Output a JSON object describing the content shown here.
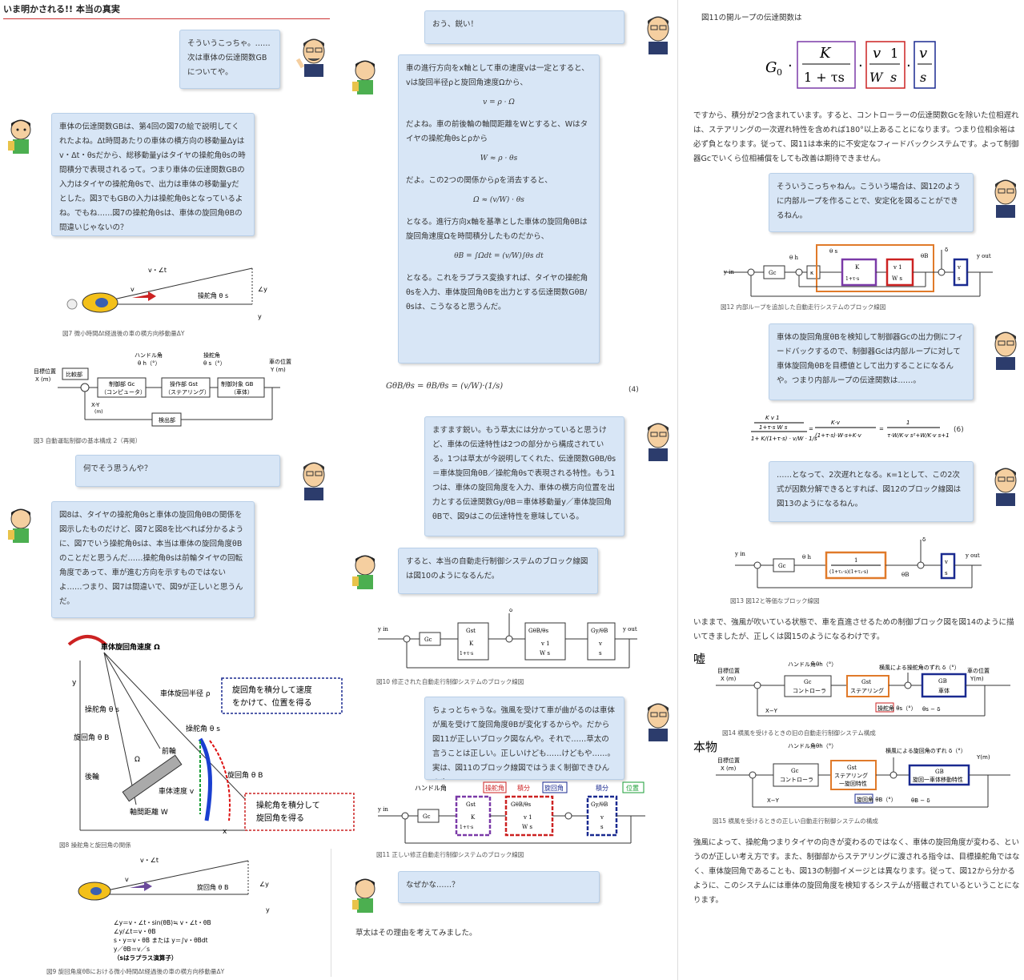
{
  "header": {
    "title": "いま明かされる!! 本当の真実"
  },
  "left": {
    "bubble1": "そういうこっちゃ。……次は車体の伝達関数GBについてや。",
    "bubble2": "車体の伝達関数GBは、第4回の図7の絵で説明してくれたよね。Δt時間あたりの車体の横方向の移動量Δyはv・Δt・θsだから、総移動量yはタイヤの操舵角θsの時間積分で表現されるって。つまり車体の伝達関数GBの入力はタイヤの操舵角θsで、出力は車体の移動量yだとした。図3でもGBの入力は操舵角θsとなっているよね。でもね……図7の操舵角θsは、車体の旋回角θBの間違いじゃないの？",
    "fig7_caption": "図7 微小時間Δt経過後の車の横方向移動量ΔY",
    "fig7_labels": {
      "top": "v・∠t",
      "v": "v",
      "angle": "操舵角 θ s",
      "dy": "∠y",
      "y": "y"
    },
    "fig3_caption": "図3 自動運転制御の基本構成 2（再掲）",
    "fig3": {
      "handle": "ハンドル角",
      "theta_h": "θ h（°）",
      "steer": "操舵角",
      "theta_s": "θ s（°）",
      "pos": "車の位置",
      "Ym": "Y (m)",
      "target": "目標位置",
      "Xm": "X (m)",
      "cmp": "比較部",
      "ctrl": "制御部 Gc",
      "ctrl2": "（コンピュータ）",
      "act": "操作部 Gst",
      "act2": "（ステアリング）",
      "obj": "制御対象 GB",
      "obj2": "（車体）",
      "det": "検出部",
      "xy": "X-Y",
      "m": "(m)"
    },
    "bubble3": "何でそう思うんや？",
    "bubble4": "図8は、タイヤの操舵角θsと車体の旋回角θBの関係を図示したものだけど、図7と図8を比べれば分かるように、図7でいう操舵角θsは、本当は車体の旋回角度θBのことだと思うんだ……操舵角θsは前輪タイヤの回転角度であって、車が進む方向を示すものではないよ……つまり、図7は間違いで、図9が正しいと思うんだ。",
    "fig8": {
      "omega": "車体旋回角速度 Ω",
      "y": "y",
      "steerA": "操舵角 θ s",
      "radius": "車体旋回半径 ρ",
      "turnA": "旋回角 θ B",
      "front": "前輪",
      "rear": "後輪",
      "Omega": "Ω",
      "speed": "車体速度 v",
      "wheelbase": "軸間距離 W",
      "x": "x",
      "steerA2": "操舵角 θ s",
      "turnA2": "旋回角 θ B",
      "note1a": "旋回角を積分して速度",
      "note1b": "をかけて、位置を得る",
      "note2a": "操舵角を積分して",
      "note2b": "旋回角を得る",
      "caption": "図8 操舵角と旋回角の関係"
    },
    "fig9": {
      "top": "v・∠t",
      "v": "v",
      "angle": "旋回角 θ B",
      "dy": "∠y",
      "y": "y",
      "eq1": "∠y＝v・∠t・sin(θB)≒ v・∠t・θB",
      "eq2": "∠y/∠t＝v・θB",
      "eq3": "s・y＝v・θB または y＝∫v・θBdt",
      "eq4": "y／θB＝v／s",
      "eq5": "（sはラプラス演算子）",
      "caption": "図9 旋回角度θBにおける微小時間Δt経過後の車の横方向移動量ΔY"
    }
  },
  "middle": {
    "bubble1": "おう、鋭い！",
    "bubble2_p1": "車の進行方向をx軸として車の速度vは一定とすると、vは旋回半径ρと旋回角速度Ωから、",
    "bubble2_eq1": "v = ρ · Ω",
    "bubble2_p2": "だよね。車の前後輪の軸間距離をWとすると、Wはタイヤの操舵角θsとρから",
    "bubble2_eq2": "W ≈ ρ · θs",
    "bubble2_p3": "だよ。この2つの関係からρを消去すると、",
    "bubble2_eq3": "Ω ≈ (v/W) · θs",
    "bubble2_p4": "となる。進行方向x軸を基準とした車体の旋回角θBは旋回角速度Ωを時間積分したものだから、",
    "bubble2_eq4": "θB = ∫Ωdt = (v/W)∫θs dt",
    "bubble2_p5": "となる。これをラプラス変換すれば、タイヤの操舵角θsを入力、車体旋回角θBを出力とする伝達関数GθB/θsは、こうなると思うんだ。",
    "eq4": "GθB/θs = θB/θs = (v/W)·(1/s)",
    "eq4_num": "(4)",
    "bubble3": "ますます鋭い。もう草太には分かっていると思うけど、車体の伝達特性は2つの部分から構成されている。1つは草太が今説明してくれた、伝達関数GθB/θs＝車体旋回角θB／操舵角θsで表現される特性。もう1つは、車体の旋回角度を入力、車体の横方向位置を出力とする伝達関数Gy/θB＝車体移動量y／車体旋回角θBで、図9はこの伝達特性を意味している。",
    "bubble4": "すると、本当の自動走行制御システムのブロック線図は図10のようになるんだ。",
    "fig10_caption": "図10 修正された自動走行制御システムのブロック線図",
    "bubble5": "ちょっとちゃうな。強風を受けて車が曲がるのは車体が風を受けて旋回角度θBが変化するからや。だから図11が正しいブロック図なんや。それで……草太の言うことは正しい。正しいけども……けどもや……。実は、図11のブロック線図ではうまく制御できひんのや。",
    "fig11_caption": "図11 正しい修正自動走行制御システムのブロック線図",
    "fig11_tags": {
      "handle": "ハンドル角",
      "steer": "操舵角",
      "integ": "積分",
      "turn": "旋回角",
      "integ2": "積分",
      "pos": "位置"
    },
    "bubble6": "なぜかな……？",
    "para1": "草太はその理由を考えてみました。"
  },
  "right": {
    "intro": "図11の開ループの伝達関数は",
    "para1": "ですから、積分が2つ含まれています。すると、コントローラーの伝達関数Gcを除いた位相遅れは、ステアリングの一次遅れ特性を含めれば180°以上あることになります。つまり位相余裕は必ず負となります。従って、図11は本来的に不安定なフィードバックシステムです。よって制御器Gcでいくら位相補償をしても改善は期待できません。",
    "bubble1": "そういうこっちゃねん。こういう場合は、図12のように内部ループを作ることで、安定化を図ることができるねん。",
    "fig12_caption": "図12 内部ループを追加した自動走行システムのブロック線図",
    "bubble2": "車体の旋回角度θBを検知して制御器Gcの出力側にフィードバックするので、制御器Gcは内部ループに対して車体旋回角θBを目標値として出力することになるんや。つまり内部ループの伝達関数は……。",
    "eq6_num": "(6)",
    "bubble3": "……となって、2次遅れとなる。κ=1として、この2次式が因数分解できるとすれば、図12のブロック線図は図13のようになるねん。",
    "fig13_caption": "図13 図12と等価なブロック線図",
    "para2": "いままで、強風が吹いている状態で、車を直進させるための制御ブロック図を図14のように描いてきましたが、正しくは図15のようになるわけです。",
    "uso": "嘘",
    "hontou": "本物",
    "fig14_caption": "図14 横風を受けるときの旧の自動走行制御システム構成",
    "fig15_caption": "図15 横風を受けるときの正しい自動走行制御システムの構成",
    "para3": "強風によって、操舵角つまりタイヤの向きが変わるのではなく、車体の旋回角度が変わる、というのが正しい考え方です。また、制御部からステアリングに渡される指令は、目標操舵角ではなく、車体旋回角であることも、図13の制御イメージとは異なります。従って、図12から分かるように、このシステムには車体の旋回角度を検知するシステムが搭載されているということになります。",
    "fig14": {
      "handle": "ハンドル角θh（°）",
      "wind": "横風による操舵角のずれ δ（°）",
      "pos": "車の位置",
      "Ym": "Y(m)",
      "target": "目標位置",
      "Xm": "X (m)",
      "ctrl": "Gc",
      "ctrl2": "コントローラ",
      "st": "Gst",
      "st2": "ステアリング",
      "obj": "GB",
      "obj2": "車体",
      "xy": "X−Y",
      "steer": "操舵角 θs（°）",
      "out": "θs − δ"
    },
    "fig15": {
      "handle": "ハンドル角θh（°）",
      "wind": "横風による旋回角のずれ δ（°）",
      "Ym": "Y(m)",
      "target": "目標位置",
      "Xm": "X (m)",
      "ctrl": "Gc",
      "ctrl2": "コントローラ",
      "st": "Gst",
      "st2": "ステアリング",
      "st3": "一旋回特性",
      "obj": "GB",
      "obj2": "旋回一車体移動特性",
      "xy": "X−Y",
      "turn": "旋回角 θB（°）",
      "out": "θB − δ"
    }
  }
}
